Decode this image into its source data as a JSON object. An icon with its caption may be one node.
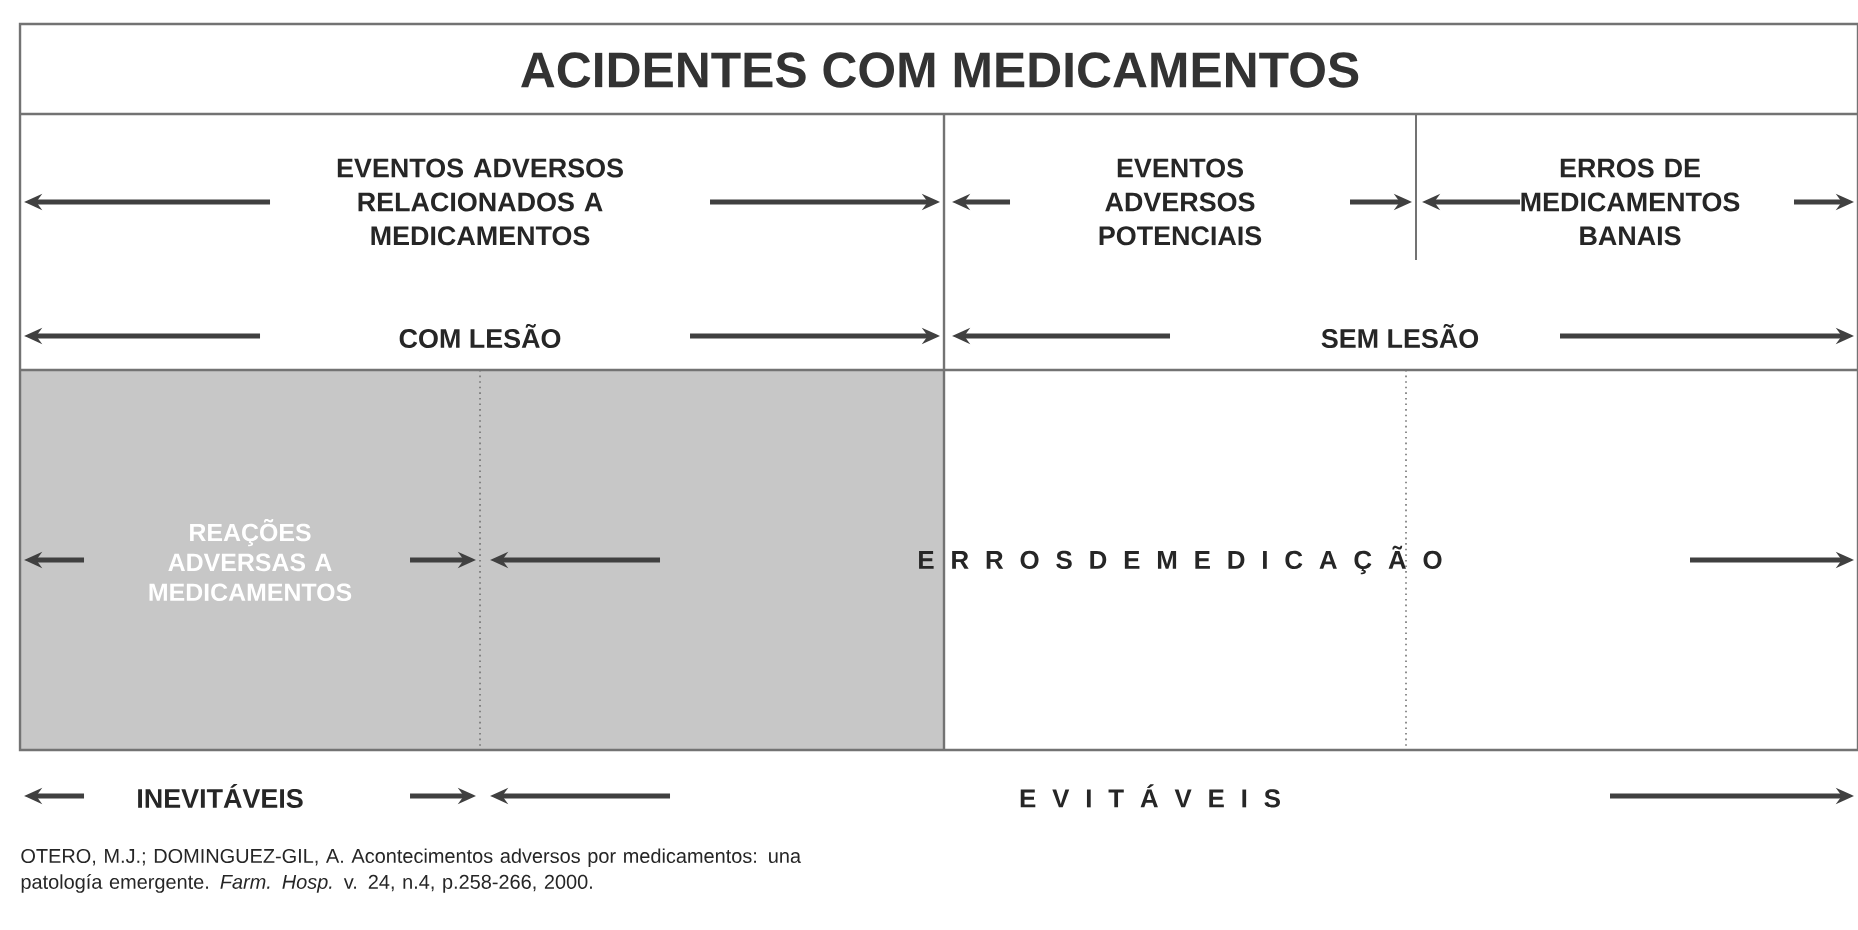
{
  "diagram": {
    "title": "ACIDENTES COM MEDICAMENTOS",
    "caption": "OTERO, M.J.; DOMINGUEZ-GIL, A. Acontecimentos adversos por medicamentos: una patología emergente. *Farm. Hosp.* v. 24, n.4, p.258-266, 2000.",
    "labels": [
      "EVENTOS ADVERSOS RELACIONADOS A MEDICAMENTOS",
      "EVENTOS ADVERSOS POTENCIAIS",
      "ERROS DE MEDICAMENTOS BANAIS",
      "COM LESÃO",
      "SEM LESÃO",
      "REAÇÕES ADVERSAS A MEDICAMENTOS",
      "E R R O S  D E  M E D I C A Ç Ã O",
      "INEVITÁVEIS",
      "E V I T Á V E I S"
    ]
  }
}
